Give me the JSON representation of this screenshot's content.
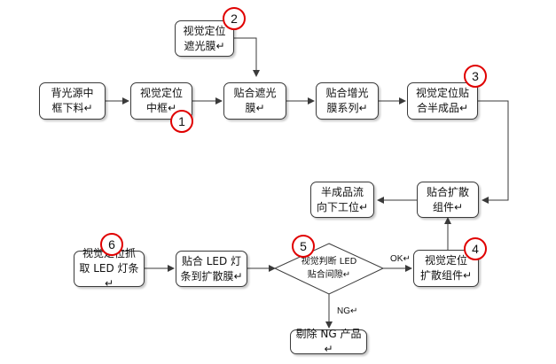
{
  "nodes": {
    "backlight_frame": "背光源中\n框下料↵",
    "vision_midframe": "视觉定位\n中框↵",
    "vision_shading": "视觉定位\n遮光膜↵",
    "attach_shading": "贴合遮光\n膜↵",
    "attach_brightness": "贴合增光\n膜系列↵",
    "vision_semi": "视觉定位贴\n合半成品↵",
    "attach_diffuser": "贴合扩散\n组件↵",
    "semi_flow": "半成品流\n向下工位↵",
    "vision_led": "视觉定位抓\n取 LED 灯条↵",
    "attach_led": "贴合 LED 灯\n条到扩散膜↵",
    "decision": "视觉判断 LED\n贴合间隙↵",
    "vision_diffuser": "视觉定位\n扩散组件↵",
    "reject": "剔除 NG 产品↵"
  },
  "badges": {
    "b1": "1",
    "b2": "2",
    "b3": "3",
    "b4": "4",
    "b5": "5",
    "b6": "6"
  },
  "labels": {
    "ok": "OK↵",
    "ng": "NG↵"
  },
  "colors": {
    "line": "#3a3a3a",
    "badge_ring": "#e00000"
  }
}
